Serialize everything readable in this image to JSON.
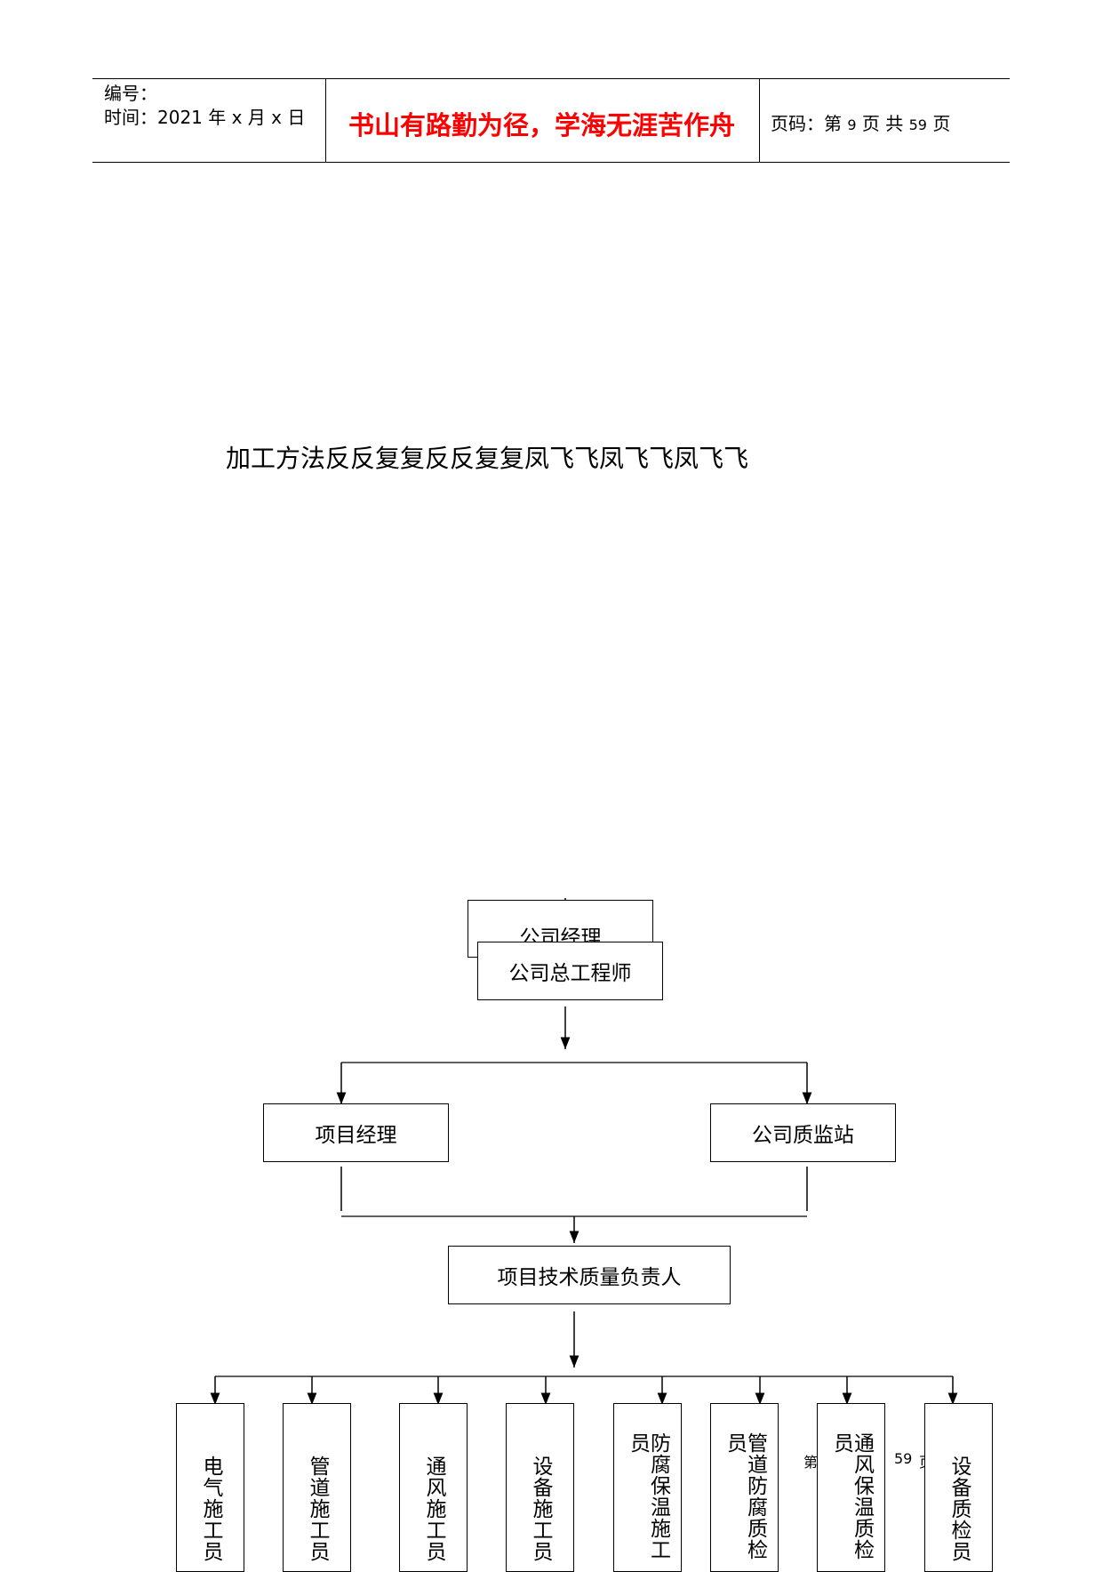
{
  "header": {
    "serial_label": "编号：",
    "time_label": "时间：2021 年 x 月 x 日",
    "motto": "书山有路勤为径，学海无涯苦作舟",
    "page_prefix": "页码：第",
    "page_current": "9",
    "page_mid": "页 共",
    "page_total": "59",
    "page_suffix": "页"
  },
  "title": "加工方法反反复复反反复复凤飞飞凤飞飞凤飞飞",
  "org_chart": {
    "top_back": "公司经理",
    "top_front": "公司总工程师",
    "level2_left": "项目经理",
    "level2_right": "公司质监站",
    "level3": "项目技术质量负责人",
    "bottom": [
      "电气施工员",
      "管道施工员",
      "通风施工员",
      "设备施工员",
      "防腐保温施工员",
      "管道防腐质检员",
      "通风保温质检员",
      "设备质检员"
    ]
  },
  "footer": {
    "left_fragment": "第",
    "right_fragment": "59",
    "tail_fragment": "页"
  },
  "colors": {
    "motto": "#ff0000",
    "text": "#000000",
    "lines": "#000000"
  }
}
